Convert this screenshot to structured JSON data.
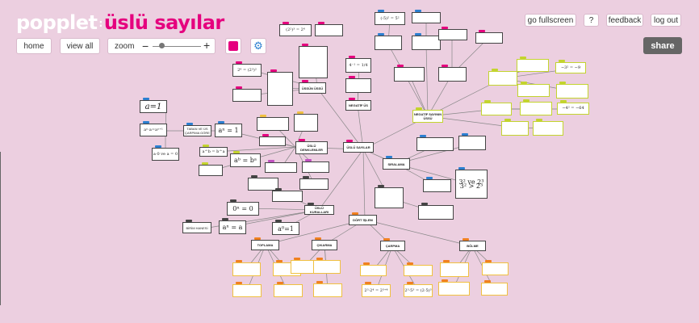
{
  "header": {
    "brand": "popplet",
    "separator": ":",
    "title": "üslü sayılar"
  },
  "toolbar": {
    "home": "home",
    "view_all": "view all",
    "zoom": "zoom",
    "minus": "−",
    "plus": "+"
  },
  "topright": {
    "fullscreen": "go fullscreen",
    "help": "?",
    "feedback": "feedback",
    "logout": "log out"
  },
  "share": "share",
  "colors": {
    "background": "#eccfe0",
    "accent": "#e5007e",
    "settings": "#2b7fd0"
  },
  "icons": {
    "settings": "gear-icon",
    "color": "color-swatch-icon"
  },
  "nodes": [
    {
      "t": "a=1"
    },
    {
      "t": "aⁿ·a=aⁿ⁺¹"
    },
    {
      "t": "TABAN VE ÜS ÇARPIMA GÖRE"
    },
    {
      "t": "aⁿ = 1"
    },
    {
      "t": "a·0 ve a = 0"
    },
    {
      "t": "a^b = b^a"
    },
    {
      "t": "aᵇ = bᵃ"
    },
    {
      "t": "ÜSLÜ DENKLEMLER"
    },
    {
      "t": "ÜSLÜ SAYILAR"
    },
    {
      "t": "ÜSLÜ KURALLARI"
    },
    {
      "t": "0ⁿ = 0"
    },
    {
      "t": "BİRİM HANESİ"
    },
    {
      "t": "aⁿ = a"
    },
    {
      "t": "a⁰=1"
    },
    {
      "t": "DÖRT İŞLEM"
    },
    {
      "t": "TOPLAMA"
    },
    {
      "t": "ÇIKARMA"
    },
    {
      "t": "ÇARPMA"
    },
    {
      "t": "BÖLME"
    },
    {
      "t": "SIRALAMA"
    },
    {
      "t": "3² ve 2³"
    },
    {
      "t": "3² > 2³"
    },
    {
      "t": "NEGATİF SAYININ ÜSSÜ"
    },
    {
      "t": "ÜSSÜN ÜSSÜ"
    },
    {
      "t": "NEGATİF ÜS"
    },
    {
      "t": "(2²)³ = 2⁶"
    },
    {
      "t": "2⁶ = (2³)²"
    },
    {
      "t": "(-5)² = 5²"
    },
    {
      "t": "−3² = −9"
    },
    {
      "t": "−4² = −64"
    },
    {
      "t": "4⁻¹ = 1/4"
    },
    {
      "t": "2³·2⁴ = 2³⁺⁴"
    },
    {
      "t": "2³·5³ = (2·5)³"
    }
  ]
}
